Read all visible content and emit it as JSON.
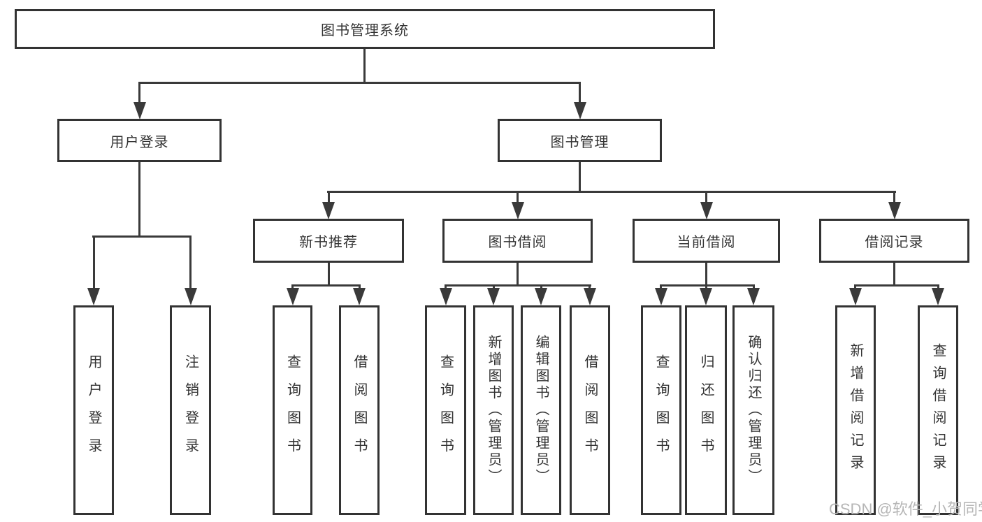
{
  "colors": {
    "line": "#3a3a3a",
    "box_border": "#333333",
    "text": "#333333",
    "watermark": "#b6b6b6",
    "background": "#ffffff"
  },
  "watermark": {
    "text": "CSDN @软件_小贺同学"
  },
  "tree": {
    "root": {
      "label": "图书管理系统"
    },
    "branches": [
      {
        "label": "用户登录",
        "children": [
          {
            "label": "用户登录"
          },
          {
            "label": "注销登录"
          }
        ]
      },
      {
        "label": "图书管理",
        "children": [
          {
            "label": "新书推荐",
            "children": [
              {
                "label": "查询图书"
              },
              {
                "label": "借阅图书"
              }
            ]
          },
          {
            "label": "图书借阅",
            "children": [
              {
                "label": "查询图书"
              },
              {
                "label": "新增图书（管理员）"
              },
              {
                "label": "编辑图书（管理员）"
              },
              {
                "label": "借阅图书"
              }
            ]
          },
          {
            "label": "当前借阅",
            "children": [
              {
                "label": "查询图书"
              },
              {
                "label": "归还图书"
              },
              {
                "label": "确认归还（管理员）"
              }
            ]
          },
          {
            "label": "借阅记录",
            "children": [
              {
                "label": "新增借阅记录"
              },
              {
                "label": "查询借阅记录"
              }
            ]
          }
        ]
      }
    ]
  }
}
